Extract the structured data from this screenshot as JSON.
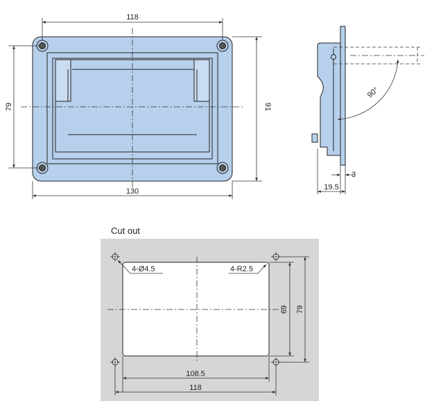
{
  "front_view": {
    "width_top": "118",
    "width_bottom": "130",
    "height_left": "79",
    "height_right": "91"
  },
  "side_view": {
    "angle": "90°",
    "thickness": "3",
    "depth": "19.5"
  },
  "cutout": {
    "title": "Cut out",
    "hole_note": "4-Ø4.5",
    "radius_note": "4-R2.5",
    "width_inner": "108.5",
    "width_outer": "118",
    "height_inner": "69",
    "height_outer": "79"
  },
  "colors": {
    "plate_fill": "#b7d0ec",
    "cutout_panel": "#d6d6d6",
    "outline": "#222222"
  }
}
